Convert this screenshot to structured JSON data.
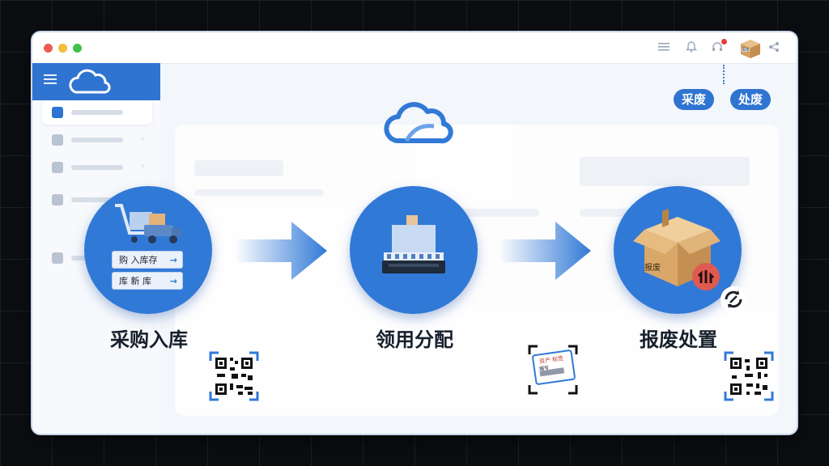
{
  "window": {
    "toolbar_icons": [
      "menu-icon",
      "bell-icon",
      "headset-icon",
      "package-icon",
      "share-icon"
    ],
    "package_label": "报废"
  },
  "actions": {
    "scrap_label": "采废",
    "handle_label": "处废"
  },
  "flow": {
    "steps": [
      {
        "label": "采购入库",
        "icon": "cart-truck-icon",
        "tags": [
          "购 入库存",
          "库 新 库"
        ]
      },
      {
        "label": "领用分配",
        "icon": "printer-icon"
      },
      {
        "label": "报废处置",
        "icon": "box-icon",
        "box_text": "报废"
      }
    ],
    "card_text": [
      "资产 标签",
      "编号"
    ]
  },
  "colors": {
    "accent": "#2f74d0",
    "window_bg": "#f3f6fb",
    "alert": "#e63b3b",
    "backdrop": "#0b0d10"
  }
}
